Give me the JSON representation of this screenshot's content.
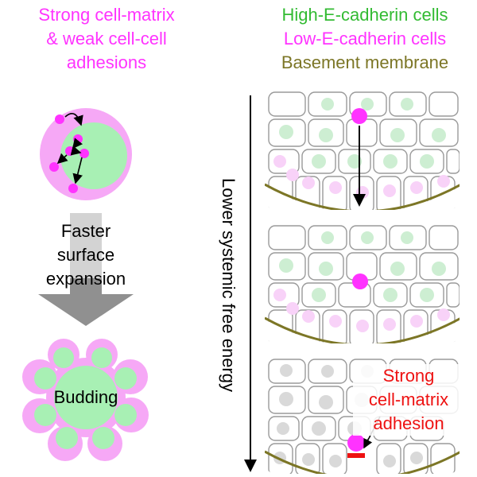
{
  "left_panel": {
    "title_lines": [
      "Strong cell-matrix",
      "& weak cell-cell",
      "adhesions"
    ],
    "arrow_label_lines": [
      "Faster",
      "surface",
      "expansion"
    ],
    "budding_label": "Budding"
  },
  "legend": {
    "high_e_cadherin": "High-E-cadherin cells",
    "low_e_cadherin": "Low-E-cadherin cells",
    "basement_membrane": "Basement membrane"
  },
  "axis_label": "Lower systemic free energy",
  "annotation_lines": [
    "Strong",
    "cell-matrix",
    "adhesion"
  ],
  "colors": {
    "magenta": "#ff33ff",
    "pink_light": "#f6a8f6",
    "green_light": "#a8f0b4",
    "green_text": "#33bb33",
    "olive": "#7c7626",
    "red": "#ee1111",
    "gray_arrow": "#909090",
    "cell_green": "#cdeed2",
    "cell_pink": "#f8d2f8",
    "cell_gray": "#d9d9d9"
  }
}
